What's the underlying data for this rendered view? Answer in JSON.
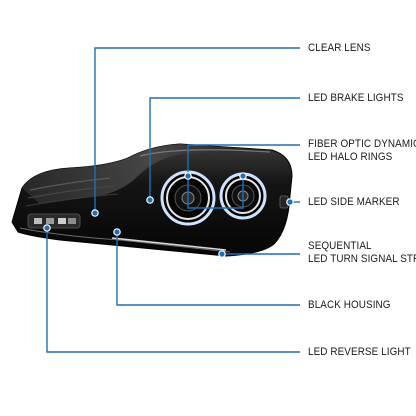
{
  "callouts": {
    "clear_lens": "CLEAR LENS",
    "brake_lights": "LED BRAKE LIGHTS",
    "halo_rings_line1": "FIBER OPTIC DYNAMIC",
    "halo_rings_line2": "LED HALO RINGS",
    "side_marker": "LED SIDE MARKER",
    "turn_signal_line1": "SEQUENTIAL",
    "turn_signal_line2": "LED TURN SIGNAL STRIP",
    "black_housing": "BLACK HOUSING",
    "reverse_light": "LED REVERSE LIGHT"
  },
  "colors": {
    "leader_line": "#1f6fb5",
    "housing": "#0d0d0d",
    "halo_ring": "#e8f2ff"
  }
}
